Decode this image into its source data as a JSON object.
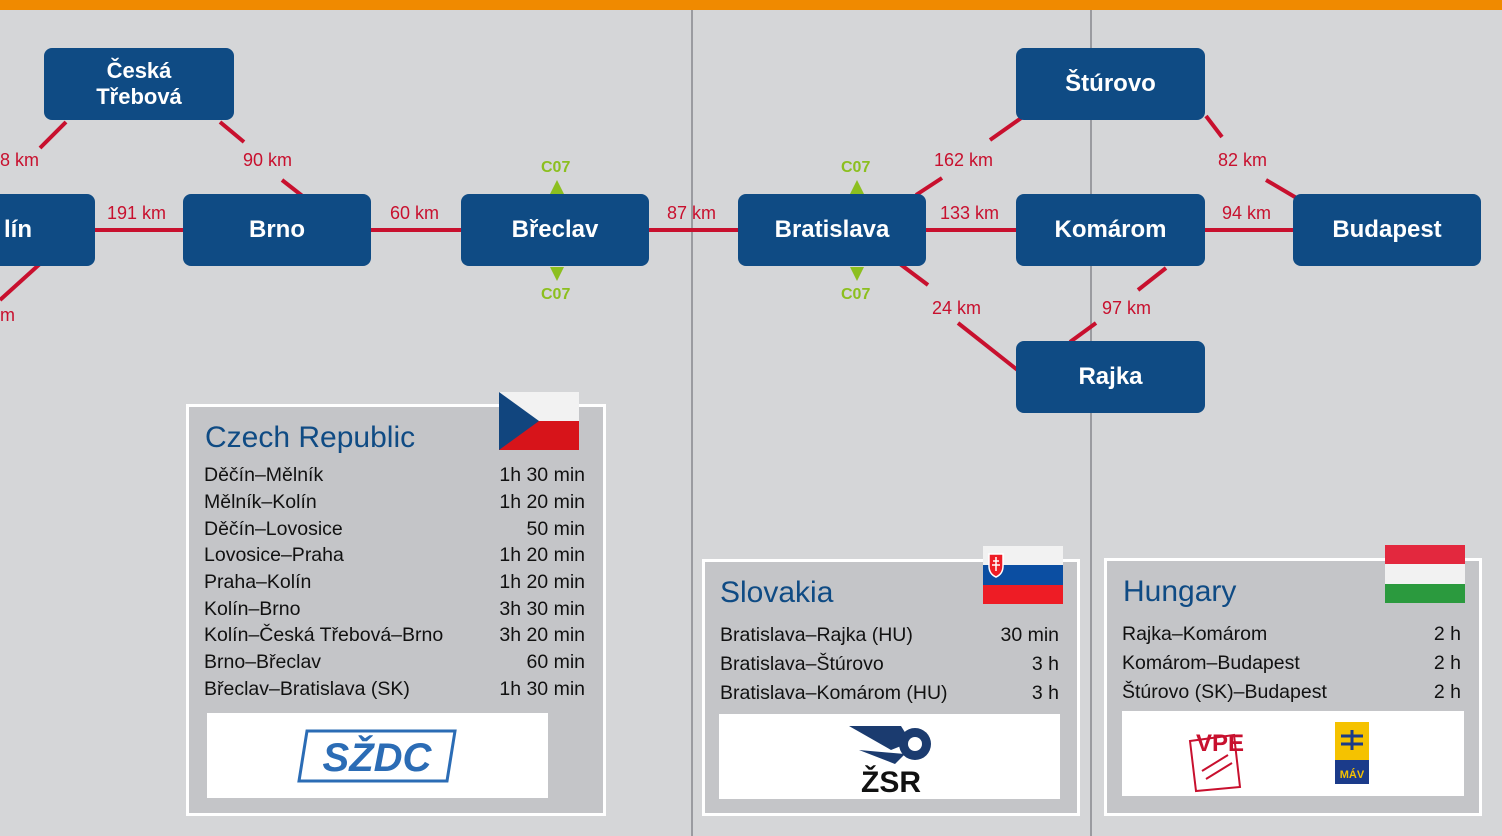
{
  "colors": {
    "top_bar": "#f08a00",
    "node": "#0f4b84",
    "line": "#c8102e",
    "code": "#8cbf1f",
    "panel": "#c4c5c8",
    "background": "#d5d6d8"
  },
  "nodes": {
    "ceska_trebova": "Česká Třebová",
    "kolin": "lín",
    "brno": "Brno",
    "breclav": "Břeclav",
    "bratislava": "Bratislava",
    "sturovo": "Štúrovo",
    "komarom": "Komárom",
    "budapest": "Budapest",
    "rajka": "Rajka"
  },
  "distances": {
    "kolin_ceska": "8 km",
    "ceska_brno": "90 km",
    "kolin_south": "m",
    "kolin_brno": "191 km",
    "brno_breclav": "60 km",
    "breclav_bratislava": "87 km",
    "bratislava_sturovo": "162 km",
    "bratislava_komarom": "133 km",
    "bratislava_rajka": "24 km",
    "sturovo_budapest": "82 km",
    "komarom_budapest": "94 km",
    "rajka_komarom": "97 km"
  },
  "corridor_codes": {
    "breclav_up": "C07",
    "breclav_down": "C07",
    "bratislava_up": "C07",
    "bratislava_down": "C07"
  },
  "czech": {
    "title": "Czech Republic",
    "rows": [
      {
        "route": "Děčín–Mělník",
        "time": "1h 30 min"
      },
      {
        "route": "Mělník–Kolín",
        "time": "1h 20 min"
      },
      {
        "route": "Děčín–Lovosice",
        "time": "50 min"
      },
      {
        "route": "Lovosice–Praha",
        "time": "1h 20 min"
      },
      {
        "route": "Praha–Kolín",
        "time": "1h 20 min"
      },
      {
        "route": "Kolín–Brno",
        "time": "3h 30 min"
      },
      {
        "route": "Kolín–Česká Třebová–Brno",
        "time": "3h 20 min"
      },
      {
        "route": "Brno–Břeclav",
        "time": "60 min"
      },
      {
        "route": "Břeclav–Bratislava (SK)",
        "time": "1h 30 min"
      }
    ],
    "logo": "SŽDC"
  },
  "slovakia": {
    "title": "Slovakia",
    "rows": [
      {
        "route": "Bratislava–Rajka (HU)",
        "time": "30 min"
      },
      {
        "route": "Bratislava–Štúrovo",
        "time": "3 h"
      },
      {
        "route": "Bratislava–Komárom (HU)",
        "time": "3 h"
      }
    ],
    "logo": "ŽSR"
  },
  "hungary": {
    "title": "Hungary",
    "rows": [
      {
        "route": "Rajka–Komárom",
        "time": "2 h"
      },
      {
        "route": "Komárom–Budapest",
        "time": "2 h"
      },
      {
        "route": "Štúrovo (SK)–Budapest",
        "time": "2 h"
      }
    ],
    "logo_left": "VPE",
    "logo_right": "MÁV"
  }
}
